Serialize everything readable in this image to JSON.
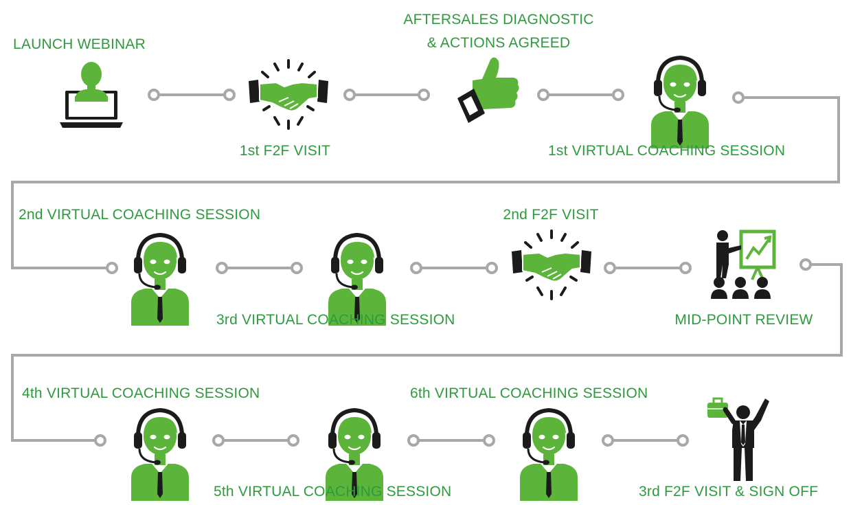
{
  "colors": {
    "green": "#5cb53a",
    "dark": "#1b1b1b",
    "line": "#a8a8a8",
    "text": "#2e9a3e"
  },
  "steps": [
    {
      "label": "LAUNCH WEBINAR",
      "icon": "laptop-person-icon"
    },
    {
      "label": "1st F2F VISIT",
      "icon": "handshake-icon"
    },
    {
      "label": "AFTERSALES DIAGNOSTIC",
      "label2": "& ACTIONS AGREED",
      "icon": "thumbs-up-icon"
    },
    {
      "label": "1st VIRTUAL COACHING SESSION",
      "icon": "headset-agent-icon"
    },
    {
      "label": "2nd VIRTUAL COACHING SESSION",
      "icon": "headset-agent-icon"
    },
    {
      "label": "3rd VIRTUAL COACHING SESSION",
      "icon": "headset-agent-icon"
    },
    {
      "label": "2nd F2F VISIT",
      "icon": "handshake-icon"
    },
    {
      "label": "MID-POINT REVIEW",
      "icon": "presentation-audience-icon"
    },
    {
      "label": "4th VIRTUAL COACHING SESSION",
      "icon": "headset-agent-icon"
    },
    {
      "label": "5th VIRTUAL COACHING SESSION",
      "icon": "headset-agent-icon"
    },
    {
      "label": "6th VIRTUAL COACHING SESSION",
      "icon": "headset-agent-icon"
    },
    {
      "label": "3rd F2F VISIT & SIGN OFF",
      "icon": "businessman-briefcase-icon"
    }
  ]
}
